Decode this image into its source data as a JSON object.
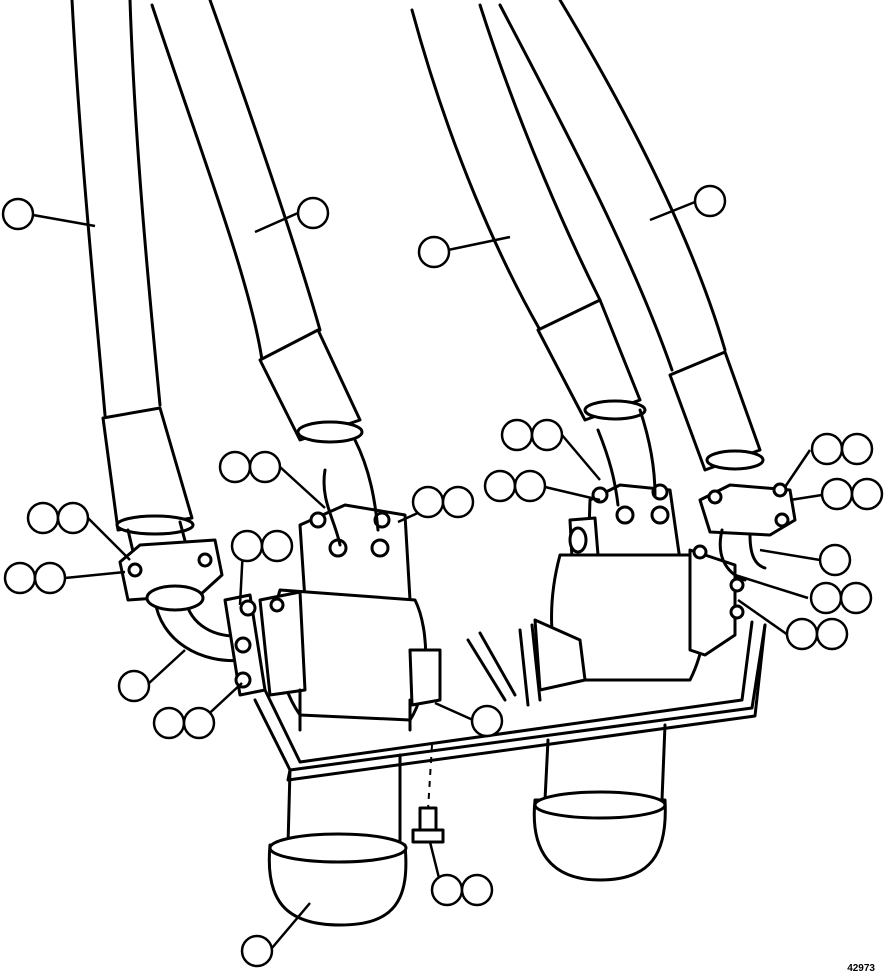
{
  "figure": {
    "number": "42973"
  },
  "icons": {
    "callout": "empty-callout-circle",
    "double_callout": "empty-double-callout-circle"
  }
}
